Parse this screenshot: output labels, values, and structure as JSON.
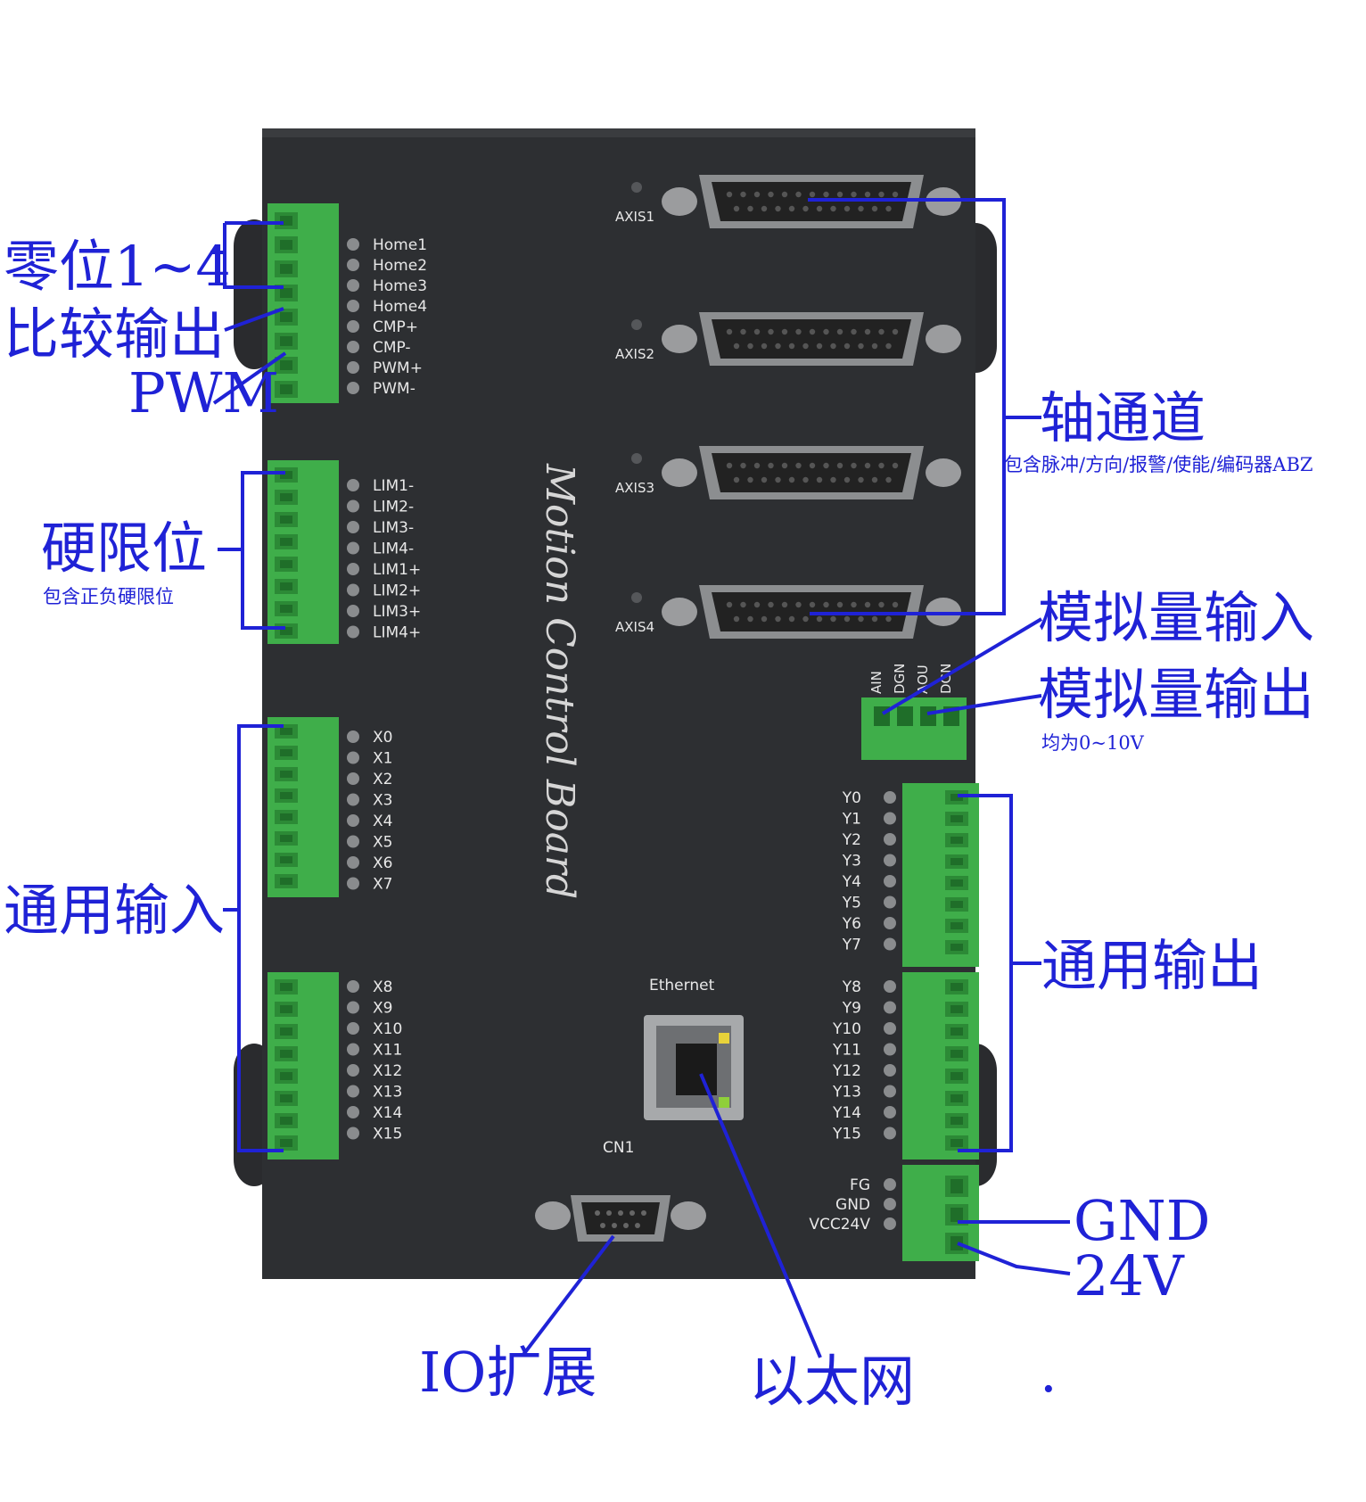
{
  "board": {
    "title": "Motion Control Board",
    "colors": {
      "body": "#2d2f32",
      "terminal": "#3fae4a",
      "callout": "#1f22d6"
    }
  },
  "home_labels": [
    "Home1",
    "Home2",
    "Home3",
    "Home4",
    "CMP+",
    "CMP-",
    "PWM+",
    "PWM-"
  ],
  "lim_labels": [
    "LIM1-",
    "LIM2-",
    "LIM3-",
    "LIM4-",
    "LIM1+",
    "LIM2+",
    "LIM3+",
    "LIM4+"
  ],
  "x_labels_a": [
    "X0",
    "X1",
    "X2",
    "X3",
    "X4",
    "X5",
    "X6",
    "X7"
  ],
  "x_labels_b": [
    "X8",
    "X9",
    "X10",
    "X11",
    "X12",
    "X13",
    "X14",
    "X15"
  ],
  "y_labels_a": [
    "Y0",
    "Y1",
    "Y2",
    "Y3",
    "Y4",
    "Y5",
    "Y6",
    "Y7"
  ],
  "y_labels_b": [
    "Y8",
    "Y9",
    "Y10",
    "Y11",
    "Y12",
    "Y13",
    "Y14",
    "Y15"
  ],
  "power_labels": [
    "FG",
    "GND",
    "VCC24V"
  ],
  "analog_labels": [
    "AIN",
    "DGN",
    "AOU",
    "DGN"
  ],
  "axis_labels": [
    "AXIS1",
    "AXIS2",
    "AXIS3",
    "AXIS4"
  ],
  "ports": {
    "ethernet": "Ethernet",
    "cn1": "CN1"
  },
  "callouts": {
    "home": "零位1~4",
    "compare": "比较输出",
    "pwm": "PWM",
    "limit": "硬限位",
    "limit_note": "包含正负硬限位",
    "axis": "轴通道",
    "axis_note": "包含脉冲/方向/报警/使能/编码器ABZ",
    "analog_in": "模拟量输入",
    "analog_out": "模拟量输出",
    "analog_note": "均为0~10V",
    "general_in": "通用输入",
    "general_out": "通用输出",
    "gnd": "GND",
    "v24": "24V",
    "io_ext": "IO扩展",
    "ethernet": "以太网",
    "dot": "."
  }
}
